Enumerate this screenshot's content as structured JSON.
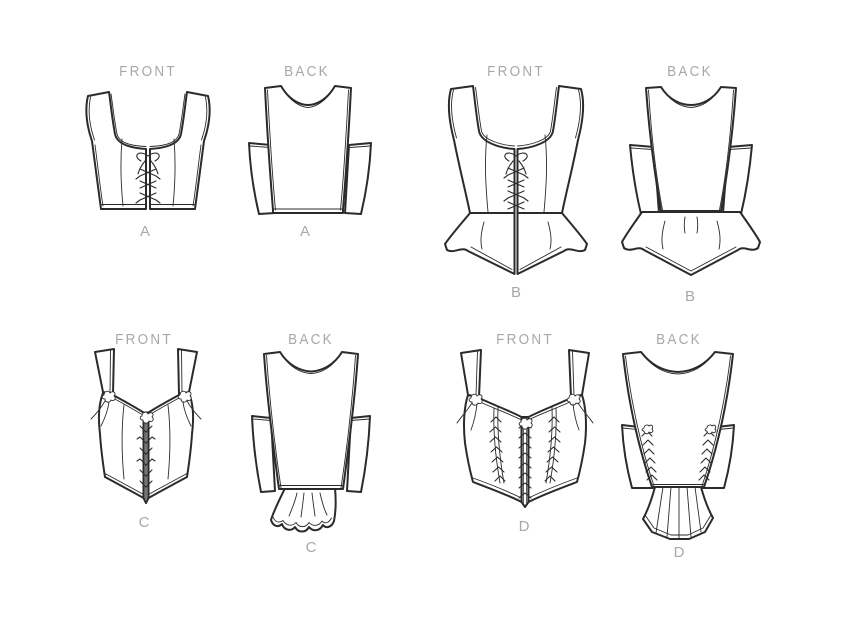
{
  "page": {
    "background": "#ffffff",
    "label_color": "#a8a8a8",
    "line_color": "#2b2b2b",
    "description": "Sewing pattern line-art sheet with four corset-top views, front and back"
  },
  "panels": [
    {
      "view": "A",
      "side": "FRONT",
      "letter": "A"
    },
    {
      "view": "A",
      "side": "BACK",
      "letter": "A"
    },
    {
      "view": "B",
      "side": "FRONT",
      "letter": "B"
    },
    {
      "view": "B",
      "side": "BACK",
      "letter": "B"
    },
    {
      "view": "C",
      "side": "FRONT",
      "letter": "C"
    },
    {
      "view": "C",
      "side": "BACK",
      "letter": "C"
    },
    {
      "view": "D",
      "side": "FRONT",
      "letter": "D"
    },
    {
      "view": "D",
      "side": "BACK",
      "letter": "D"
    }
  ]
}
